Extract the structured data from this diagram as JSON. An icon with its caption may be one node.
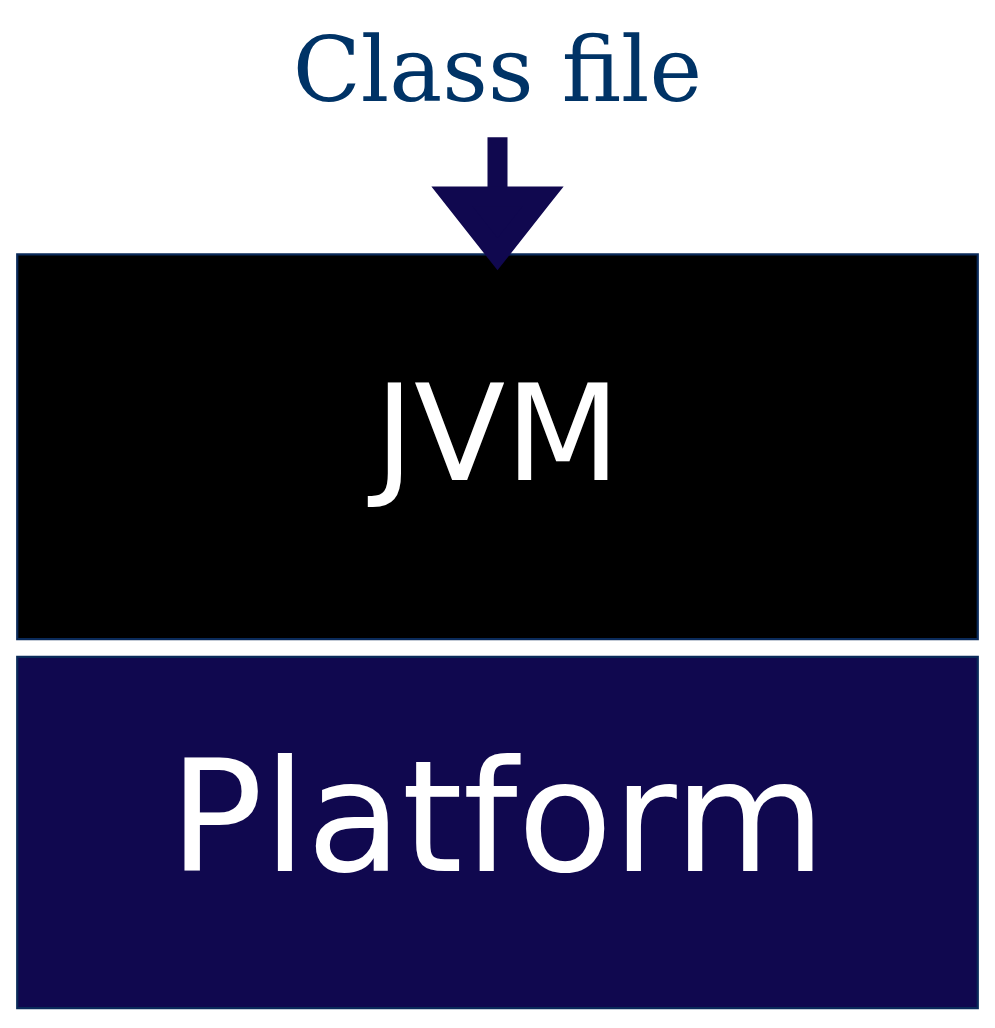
{
  "diagram": {
    "nodes": [
      {
        "text": [
          "Class file"
        ]
      },
      {
        "text": [
          "JVM"
        ]
      },
      {
        "text": [
          "Platform"
        ]
      }
    ],
    "edges": [
      {
        "from": 0,
        "to": 1,
        "arrow": "to"
      }
    ]
  }
}
